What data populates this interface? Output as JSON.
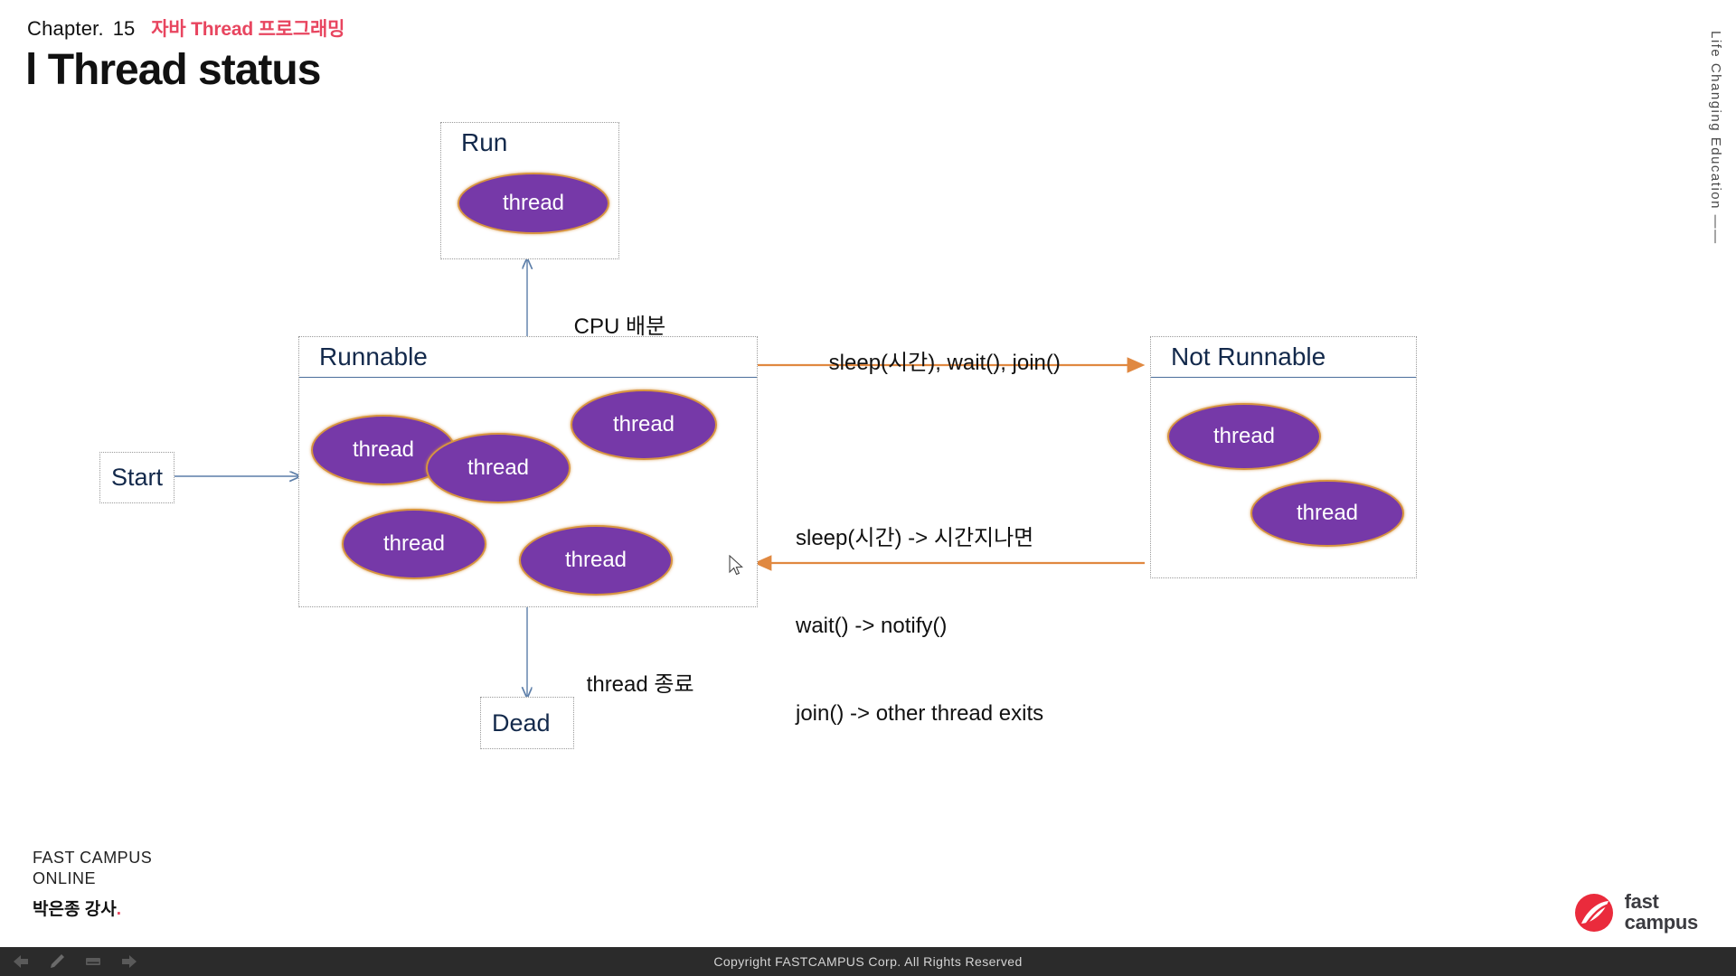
{
  "header": {
    "chapter_word": "Chapter.",
    "chapter_dot": ".",
    "chapter_number": "15",
    "chapter_title": "자바 Thread 프로그래밍",
    "slide_title_bar": "l",
    "slide_title": "Thread status",
    "tagline": "Life Changing Education ——",
    "accent_color": "#e8455f",
    "title_color": "#111111"
  },
  "diagram": {
    "type": "state-diagram",
    "node_title_color": "#13294b",
    "thread_fill": "#7639a8",
    "thread_border": "#d79440",
    "blue_arrow_color": "#5b7da8",
    "orange_arrow_color": "#e08840",
    "nodes": [
      {
        "id": "start",
        "label": "Start",
        "kind": "terminal"
      },
      {
        "id": "run",
        "label": "Run",
        "kind": "container",
        "threads": [
          "thread"
        ]
      },
      {
        "id": "runnable",
        "label": "Runnable",
        "kind": "container",
        "threads": [
          "thread",
          "thread",
          "thread",
          "thread",
          "thread"
        ]
      },
      {
        "id": "not-runnable",
        "label": "Not Runnable",
        "kind": "container",
        "threads": [
          "thread",
          "thread"
        ]
      },
      {
        "id": "dead",
        "label": "Dead",
        "kind": "terminal"
      }
    ],
    "edges": [
      {
        "id": "start-to-runnable",
        "from": "start",
        "to": "runnable",
        "label": "",
        "color": "blue"
      },
      {
        "id": "runnable-to-run",
        "from": "runnable",
        "to": "run",
        "label": "CPU 배분",
        "color": "blue"
      },
      {
        "id": "runnable-to-notrunnable",
        "from": "runnable",
        "to": "not-runnable",
        "label": "sleep(시간), wait(), join()",
        "color": "orange"
      },
      {
        "id": "notrunnable-to-runnable",
        "from": "not-runnable",
        "to": "runnable",
        "label": "sleep(시간) -> 시간지나면\nwait() -> notify()\njoin() -> other thread exits",
        "color": "orange"
      },
      {
        "id": "runnable-to-dead",
        "from": "runnable",
        "to": "dead",
        "label": "thread 종료",
        "color": "blue"
      }
    ],
    "labels": {
      "cpu_dispatch": "CPU 배분",
      "to_not_runnable": "sleep(시간), wait(), join()",
      "back_line1": "sleep(시간) -> 시간지나면",
      "back_line2": "wait() -> notify()",
      "back_line3": "join() -> other thread exits",
      "thread_end": "thread 종료"
    },
    "thread_label": "thread"
  },
  "footer": {
    "brand_line1": "FAST  CAMPUS",
    "brand_line2": "ONLINE",
    "presenter": "박은종 강사",
    "presenter_dot": ".",
    "logo_line1": "fast",
    "logo_line2": "campus",
    "logo_color": "#ea2b3c"
  },
  "bottombar": {
    "copyright": "Copyright  FASTCAMPUS  Corp. All  Rights  Reserved",
    "background": "#2b2b2b",
    "tools": [
      {
        "name": "previous-slide-icon",
        "glyph": "back-arrow"
      },
      {
        "name": "pen-icon",
        "glyph": "pen"
      },
      {
        "name": "slide-view-icon",
        "glyph": "screen"
      },
      {
        "name": "next-slide-icon",
        "glyph": "forward-arrow"
      }
    ]
  }
}
